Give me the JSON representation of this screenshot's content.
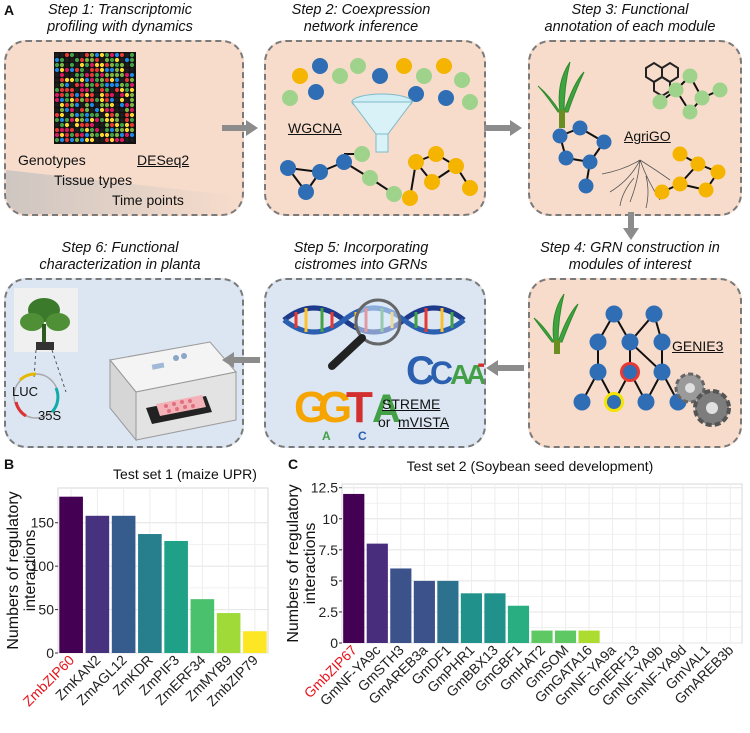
{
  "panel_a": {
    "letter": "A",
    "steps": [
      {
        "title_line1": "Step 1: Transcriptomic",
        "title_line2": "profiling with dynamics",
        "labels": [
          "Genotypes",
          "DESeq2",
          "Tissue types",
          "Time points"
        ]
      },
      {
        "title_line1": "Step 2: Coexpression",
        "title_line2": "network inference",
        "labels": [
          "WGCNA"
        ]
      },
      {
        "title_line1": "Step 3: Functional",
        "title_line2": "annotation of each module",
        "labels": [
          "AgriGO"
        ]
      },
      {
        "title_line1": "Step 4: GRN construction in",
        "title_line2": "modules of interest",
        "labels": [
          "GENIE3"
        ]
      },
      {
        "title_line1": "Step 5: Incorporating",
        "title_line2": "cistromes into GRNs",
        "labels": [
          "STREME",
          "or",
          "mVISTA"
        ]
      },
      {
        "title_line1": "Step 6: Functional",
        "title_line2": "characterization in planta",
        "labels": [
          "LUC",
          "35S"
        ]
      }
    ],
    "colors": {
      "peach": "#f7dccb",
      "blue_panel": "#dbe6f2",
      "node_blue": "#2f6db5",
      "node_green": "#9fd38c",
      "node_yellow": "#f5b400",
      "arrow": "#8c8c8c"
    }
  },
  "panel_b": {
    "letter": "B",
    "chart_data": {
      "type": "bar",
      "title": "Test set 1 (maize UPR)",
      "ylabel": "Numbers of regulatory interactions",
      "categories": [
        "ZmbZIP60",
        "ZmKAN2",
        "ZmAGL12",
        "ZmKDR",
        "ZmPIF3",
        "ZmERF34",
        "ZmMYB9",
        "ZmbZIP79"
      ],
      "values": [
        180,
        158,
        158,
        137,
        129,
        62,
        46,
        25
      ],
      "ylim": [
        0,
        190
      ],
      "yticks": [
        "0",
        "50",
        "100",
        "150"
      ],
      "ytick_values": [
        0,
        50,
        100,
        150
      ],
      "colors": [
        "#440154",
        "#46327e",
        "#365c8d",
        "#277f8e",
        "#1fa187",
        "#4ac16d",
        "#a0da39",
        "#fde725"
      ],
      "highlight": "ZmbZIP60",
      "highlight_color": "#e8141b",
      "grid": true
    }
  },
  "panel_c": {
    "letter": "C",
    "chart_data": {
      "type": "bar",
      "title": "Test set 2 (Soybean seed development)",
      "ylabel": "Numbers of regulatory interactions",
      "categories": [
        "GmbZIP67",
        "GmNF-YA9c",
        "GmSTH3",
        "GmAREB3a",
        "GmDF1",
        "GmPHR1",
        "GmBBX13",
        "GmGBF1",
        "GmHAT2",
        "GmSOM",
        "GmGATA16",
        "GmNF-YA9a",
        "GmERF13",
        "GmNF-YA9b",
        "GmNF-YA9d",
        "GmVAL1",
        "GmAREB3b"
      ],
      "values": [
        12,
        8,
        6,
        5,
        5,
        4,
        4,
        3,
        1,
        1,
        1,
        0,
        0,
        0,
        0,
        0,
        0
      ],
      "ylim": [
        0,
        12.8
      ],
      "yticks": [
        "0",
        "2.5",
        "5",
        "7.5",
        "10",
        "12.5"
      ],
      "ytick_values": [
        0,
        2.5,
        5,
        7.5,
        10,
        12.5
      ],
      "colors": [
        "#440154",
        "#472d7b",
        "#3b528b",
        "#3b528b",
        "#2c728e",
        "#21918c",
        "#21918c",
        "#28ae80",
        "#5ec962",
        "#5ec962",
        "#addc30",
        "#addc30",
        "#fde725",
        "#fde725",
        "#fde725",
        "#fde725",
        "#fde725"
      ],
      "highlight": "GmbZIP67",
      "highlight_color": "#e8141b",
      "grid": true
    }
  }
}
